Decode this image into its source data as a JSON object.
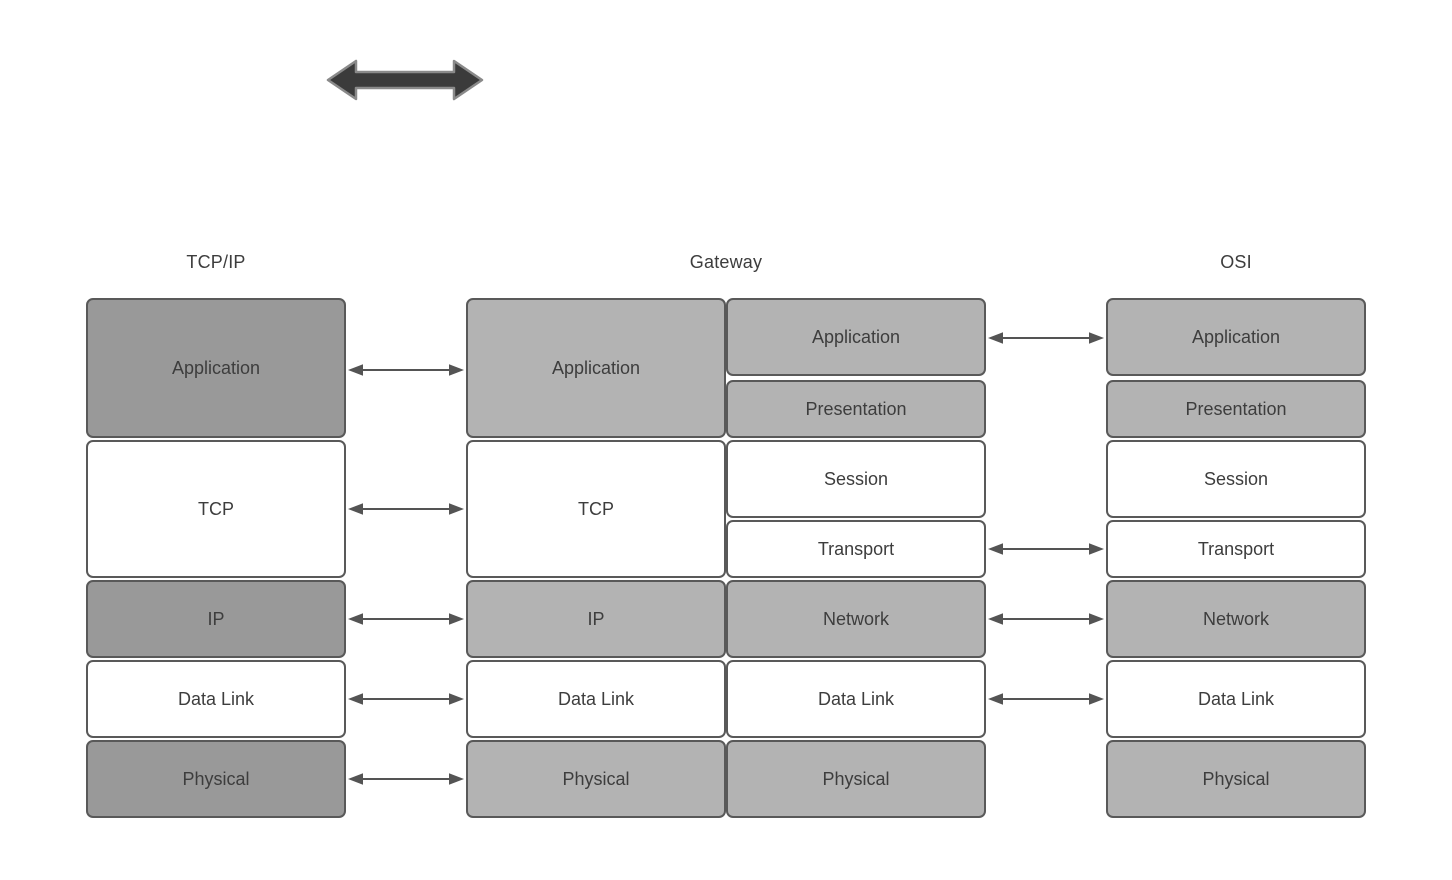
{
  "colors": {
    "background": "#ffffff",
    "dark_gray_fill": "#999999",
    "light_gray_fill": "#b3b3b3",
    "white_fill": "#ffffff",
    "box_border": "#595959",
    "text": "#3d3d3d",
    "arrow": "#545454",
    "thick_arrow_fill": "#3b3b3b",
    "thick_arrow_outline": "#8a8a8a"
  },
  "titles": {
    "tcpip": "TCP/IP",
    "gateway": "Gateway",
    "osi": "OSI"
  },
  "tcpip": {
    "layers": [
      "Application",
      "TCP",
      "IP",
      "Data Link",
      "Physical"
    ]
  },
  "gateway_left": {
    "layers": [
      "Application",
      "TCP",
      "IP",
      "Data Link",
      "Physical"
    ]
  },
  "gateway_right": {
    "layers": [
      "Application",
      "Presentation",
      "Session",
      "Transport",
      "Network",
      "Data Link",
      "Physical"
    ]
  },
  "osi": {
    "layers": [
      "Application",
      "Presentation",
      "Session",
      "Transport",
      "Network",
      "Data Link",
      "Physical"
    ]
  },
  "connections": {
    "tcpip_to_gateway": [
      "Application",
      "TCP",
      "IP",
      "Data Link",
      "Physical"
    ],
    "gateway_to_osi": [
      "Application",
      "Transport",
      "Network",
      "Data Link"
    ]
  },
  "icons": {
    "thick_double_arrow": "double-headed-horizontal-arrow"
  }
}
